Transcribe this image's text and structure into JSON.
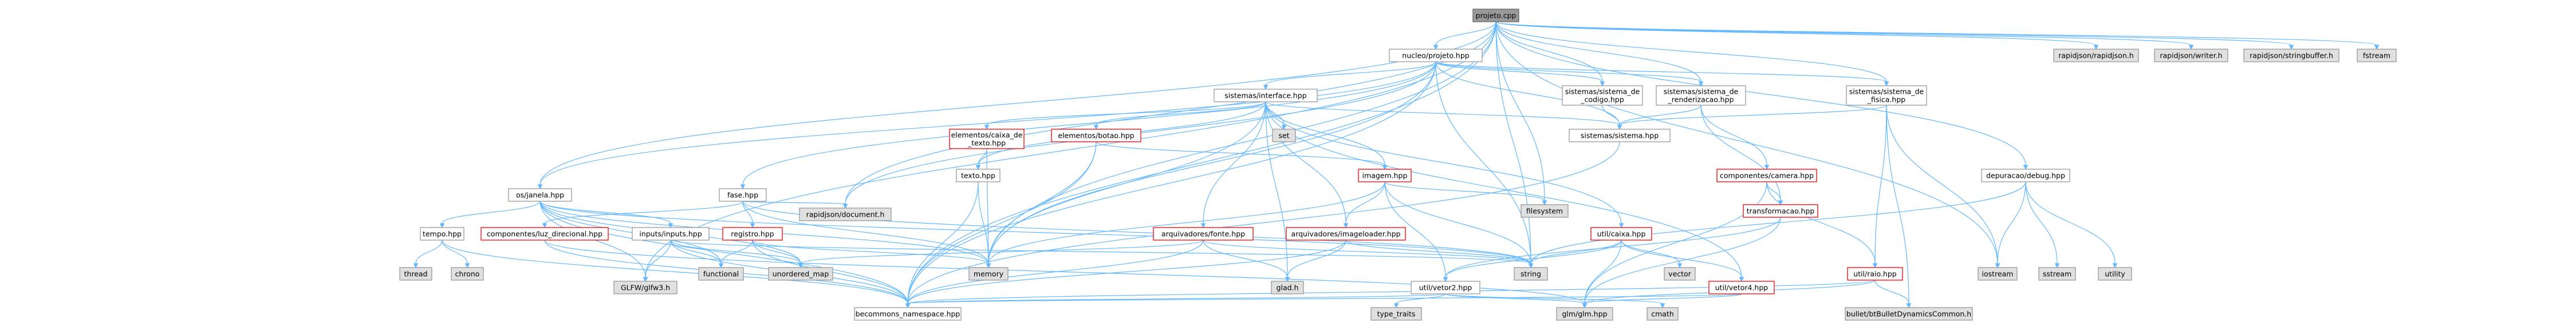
{
  "colors": {
    "edge": "#63b8ff",
    "node_default_fill": "#ffffff",
    "node_default_stroke": "#999999",
    "node_external_fill": "#e0e0e0",
    "node_external_stroke": "#999999",
    "node_root_fill": "#999999",
    "node_root_stroke": "#666666",
    "node_highlight_stroke": "#ff0000"
  },
  "nodes": [
    {
      "id": "projeto_cpp",
      "label": "projeto.cpp",
      "kind": "root"
    },
    {
      "id": "nucleo_projeto",
      "label": "nucleo/projeto.hpp",
      "kind": "default"
    },
    {
      "id": "rapidjson_rapidjson",
      "label": "rapidjson/rapidjson.h",
      "kind": "external"
    },
    {
      "id": "rapidjson_writer",
      "label": "rapidjson/writer.h",
      "kind": "external"
    },
    {
      "id": "rapidjson_stringbuffer",
      "label": "rapidjson/stringbuffer.h",
      "kind": "external"
    },
    {
      "id": "fstream",
      "label": "fstream",
      "kind": "external"
    },
    {
      "id": "sistemas_interface",
      "label": "sistemas/interface.hpp",
      "kind": "default"
    },
    {
      "id": "sistemas_codigo",
      "label": [
        "sistemas/sistema_de",
        "_codigo.hpp"
      ],
      "kind": "default"
    },
    {
      "id": "sistemas_renderizacao",
      "label": [
        "sistemas/sistema_de",
        "_renderizacao.hpp"
      ],
      "kind": "default"
    },
    {
      "id": "sistemas_fisica",
      "label": [
        "sistemas/sistema_de",
        "_fisica.hpp"
      ],
      "kind": "default"
    },
    {
      "id": "os_janela",
      "label": "os/janela.hpp",
      "kind": "default"
    },
    {
      "id": "fase",
      "label": "fase.hpp",
      "kind": "default"
    },
    {
      "id": "elementos_caixa_texto",
      "label": [
        "elementos/caixa_de",
        "_texto.hpp"
      ],
      "kind": "highlight"
    },
    {
      "id": "elementos_botao",
      "label": "elementos/botao.hpp",
      "kind": "highlight"
    },
    {
      "id": "set",
      "label": "set",
      "kind": "external"
    },
    {
      "id": "sistemas_sistema",
      "label": "sistemas/sistema.hpp",
      "kind": "default"
    },
    {
      "id": "componentes_camera",
      "label": "componentes/camera.hpp",
      "kind": "highlight"
    },
    {
      "id": "texto",
      "label": "texto.hpp",
      "kind": "default"
    },
    {
      "id": "imagem",
      "label": "imagem.hpp",
      "kind": "highlight"
    },
    {
      "id": "filesystem",
      "label": "filesystem",
      "kind": "external"
    },
    {
      "id": "transformacao",
      "label": "transformacao.hpp",
      "kind": "highlight"
    },
    {
      "id": "depuracao_debug",
      "label": "depuracao/debug.hpp",
      "kind": "default"
    },
    {
      "id": "tempo",
      "label": "tempo.hpp",
      "kind": "default"
    },
    {
      "id": "componentes_luz",
      "label": "componentes/luz_direcional.hpp",
      "kind": "highlight"
    },
    {
      "id": "inputs",
      "label": "inputs/inputs.hpp",
      "kind": "default"
    },
    {
      "id": "registro",
      "label": "registro.hpp",
      "kind": "highlight"
    },
    {
      "id": "rapidjson_document",
      "label": "rapidjson/document.h",
      "kind": "external"
    },
    {
      "id": "arquivadores_fonte",
      "label": "arquivadores/fonte.hpp",
      "kind": "highlight"
    },
    {
      "id": "arquivadores_imageloader",
      "label": "arquivadores/imageloader.hpp",
      "kind": "highlight"
    },
    {
      "id": "util_caixa",
      "label": "util/caixa.hpp",
      "kind": "highlight"
    },
    {
      "id": "thread",
      "label": "thread",
      "kind": "external"
    },
    {
      "id": "chrono",
      "label": "chrono",
      "kind": "external"
    },
    {
      "id": "glfw",
      "label": "GLFW/glfw3.h",
      "kind": "external"
    },
    {
      "id": "functional",
      "label": "functional",
      "kind": "external"
    },
    {
      "id": "unordered_map",
      "label": "unordered_map",
      "kind": "external"
    },
    {
      "id": "memory",
      "label": "memory",
      "kind": "external"
    },
    {
      "id": "glad",
      "label": "glad.h",
      "kind": "external"
    },
    {
      "id": "util_vetor2",
      "label": "util/vetor2.hpp",
      "kind": "default"
    },
    {
      "id": "string",
      "label": "string",
      "kind": "external"
    },
    {
      "id": "vector",
      "label": "vector",
      "kind": "external"
    },
    {
      "id": "util_vetor4",
      "label": "util/vetor4.hpp",
      "kind": "highlight"
    },
    {
      "id": "iostream",
      "label": "iostream",
      "kind": "external"
    },
    {
      "id": "sstream",
      "label": "sstream",
      "kind": "external"
    },
    {
      "id": "utility",
      "label": "utility",
      "kind": "external"
    },
    {
      "id": "util_raio",
      "label": "util/raio.hpp",
      "kind": "highlight"
    },
    {
      "id": "becommons",
      "label": "becommons_namespace.hpp",
      "kind": "default"
    },
    {
      "id": "type_traits",
      "label": "type_traits",
      "kind": "external"
    },
    {
      "id": "glm",
      "label": "glm/glm.hpp",
      "kind": "external"
    },
    {
      "id": "cmath",
      "label": "cmath",
      "kind": "external"
    },
    {
      "id": "bullet",
      "label": "bullet/btBulletDynamicsCommon.h",
      "kind": "external"
    }
  ],
  "edges": [
    [
      "projeto_cpp",
      "nucleo_projeto"
    ],
    [
      "projeto_cpp",
      "rapidjson_rapidjson"
    ],
    [
      "projeto_cpp",
      "rapidjson_writer"
    ],
    [
      "projeto_cpp",
      "rapidjson_stringbuffer"
    ],
    [
      "projeto_cpp",
      "fstream"
    ],
    [
      "projeto_cpp",
      "sistemas_codigo"
    ],
    [
      "projeto_cpp",
      "sistemas_renderizacao"
    ],
    [
      "projeto_cpp",
      "sistemas_fisica"
    ],
    [
      "projeto_cpp",
      "os_janela"
    ],
    [
      "projeto_cpp",
      "depuracao_debug"
    ],
    [
      "projeto_cpp",
      "filesystem"
    ],
    [
      "projeto_cpp",
      "iostream"
    ],
    [
      "projeto_cpp",
      "rapidjson_document"
    ],
    [
      "projeto_cpp",
      "glfw"
    ],
    [
      "projeto_cpp",
      "becommons"
    ],
    [
      "projeto_cpp",
      "memory"
    ],
    [
      "projeto_cpp",
      "string"
    ],
    [
      "nucleo_projeto",
      "sistemas_interface"
    ],
    [
      "nucleo_projeto",
      "sistemas_codigo"
    ],
    [
      "nucleo_projeto",
      "sistemas_renderizacao"
    ],
    [
      "nucleo_projeto",
      "sistemas_fisica"
    ],
    [
      "nucleo_projeto",
      "fase"
    ],
    [
      "nucleo_projeto",
      "os_janela"
    ],
    [
      "nucleo_projeto",
      "rapidjson_document"
    ],
    [
      "nucleo_projeto",
      "sistemas_sistema"
    ],
    [
      "nucleo_projeto",
      "string"
    ],
    [
      "nucleo_projeto",
      "memory"
    ],
    [
      "nucleo_projeto",
      "becommons"
    ],
    [
      "sistemas_interface",
      "elementos_caixa_texto"
    ],
    [
      "sistemas_interface",
      "elementos_botao"
    ],
    [
      "sistemas_interface",
      "set"
    ],
    [
      "sistemas_interface",
      "sistemas_sistema"
    ],
    [
      "sistemas_interface",
      "imagem"
    ],
    [
      "sistemas_interface",
      "texto"
    ],
    [
      "sistemas_interface",
      "arquivadores_fonte"
    ],
    [
      "sistemas_interface",
      "arquivadores_imageloader"
    ],
    [
      "sistemas_interface",
      "util_caixa"
    ],
    [
      "sistemas_interface",
      "memory"
    ],
    [
      "sistemas_interface",
      "glad"
    ],
    [
      "sistemas_interface",
      "util_vetor4"
    ],
    [
      "sistemas_codigo",
      "sistemas_sistema"
    ],
    [
      "sistemas_renderizacao",
      "sistemas_sistema"
    ],
    [
      "sistemas_renderizacao",
      "componentes_camera"
    ],
    [
      "sistemas_renderizacao",
      "transformacao"
    ],
    [
      "sistemas_fisica",
      "sistemas_sistema"
    ],
    [
      "sistemas_fisica",
      "util_raio"
    ],
    [
      "sistemas_fisica",
      "bullet"
    ],
    [
      "sistemas_fisica",
      "iostream"
    ],
    [
      "sistemas_sistema",
      "becommons"
    ],
    [
      "elementos_caixa_texto",
      "texto"
    ],
    [
      "elementos_caixa_texto",
      "memory"
    ],
    [
      "elementos_botao",
      "imagem"
    ],
    [
      "elementos_botao",
      "memory"
    ],
    [
      "elementos_botao",
      "becommons"
    ],
    [
      "texto",
      "becommons"
    ],
    [
      "texto",
      "memory"
    ],
    [
      "imagem",
      "filesystem"
    ],
    [
      "imagem",
      "arquivadores_imageloader"
    ],
    [
      "imagem",
      "util_vetor2"
    ],
    [
      "imagem",
      "string"
    ],
    [
      "imagem",
      "memory"
    ],
    [
      "componentes_camera",
      "transformacao"
    ],
    [
      "componentes_camera",
      "util_raio"
    ],
    [
      "componentes_camera",
      "glm"
    ],
    [
      "transformacao",
      "util_vetor2"
    ],
    [
      "transformacao",
      "glm"
    ],
    [
      "os_janela",
      "tempo"
    ],
    [
      "os_janela",
      "inputs"
    ],
    [
      "os_janela",
      "glfw"
    ],
    [
      "os_janela",
      "unordered_map"
    ],
    [
      "os_janela",
      "functional"
    ],
    [
      "os_janela",
      "memory"
    ],
    [
      "os_janela",
      "string"
    ],
    [
      "os_janela",
      "becommons"
    ],
    [
      "fase",
      "registro"
    ],
    [
      "fase",
      "componentes_luz"
    ],
    [
      "fase",
      "rapidjson_document"
    ],
    [
      "fase",
      "memory"
    ],
    [
      "fase",
      "string"
    ],
    [
      "tempo",
      "thread"
    ],
    [
      "tempo",
      "chrono"
    ],
    [
      "tempo",
      "becommons"
    ],
    [
      "componentes_luz",
      "glm"
    ],
    [
      "componentes_luz",
      "becommons"
    ],
    [
      "inputs",
      "glfw"
    ],
    [
      "inputs",
      "unordered_map"
    ],
    [
      "inputs",
      "functional"
    ],
    [
      "inputs",
      "string"
    ],
    [
      "inputs",
      "becommons"
    ],
    [
      "registro",
      "functional"
    ],
    [
      "registro",
      "unordered_map"
    ],
    [
      "registro",
      "memory"
    ],
    [
      "registro",
      "becommons"
    ],
    [
      "arquivadores_fonte",
      "glad"
    ],
    [
      "arquivadores_fonte",
      "unordered_map"
    ],
    [
      "arquivadores_fonte",
      "string"
    ],
    [
      "arquivadores_fonte",
      "becommons"
    ],
    [
      "arquivadores_imageloader",
      "glad"
    ],
    [
      "arquivadores_imageloader",
      "string"
    ],
    [
      "arquivadores_imageloader",
      "becommons"
    ],
    [
      "util_caixa",
      "util_vetor2"
    ],
    [
      "util_caixa",
      "util_vetor4"
    ],
    [
      "util_caixa",
      "string"
    ],
    [
      "util_caixa",
      "glm"
    ],
    [
      "util_caixa",
      "vector"
    ],
    [
      "util_vetor2",
      "type_traits"
    ],
    [
      "util_vetor2",
      "glm"
    ],
    [
      "util_vetor2",
      "cmath"
    ],
    [
      "util_vetor2",
      "becommons"
    ],
    [
      "util_vetor4",
      "glm"
    ],
    [
      "util_vetor4",
      "becommons"
    ],
    [
      "depuracao_debug",
      "iostream"
    ],
    [
      "depuracao_debug",
      "sstream"
    ],
    [
      "depuracao_debug",
      "utility"
    ],
    [
      "depuracao_debug",
      "string"
    ],
    [
      "util_raio",
      "glm"
    ],
    [
      "util_raio",
      "bullet"
    ],
    [
      "util_raio",
      "becommons"
    ]
  ]
}
